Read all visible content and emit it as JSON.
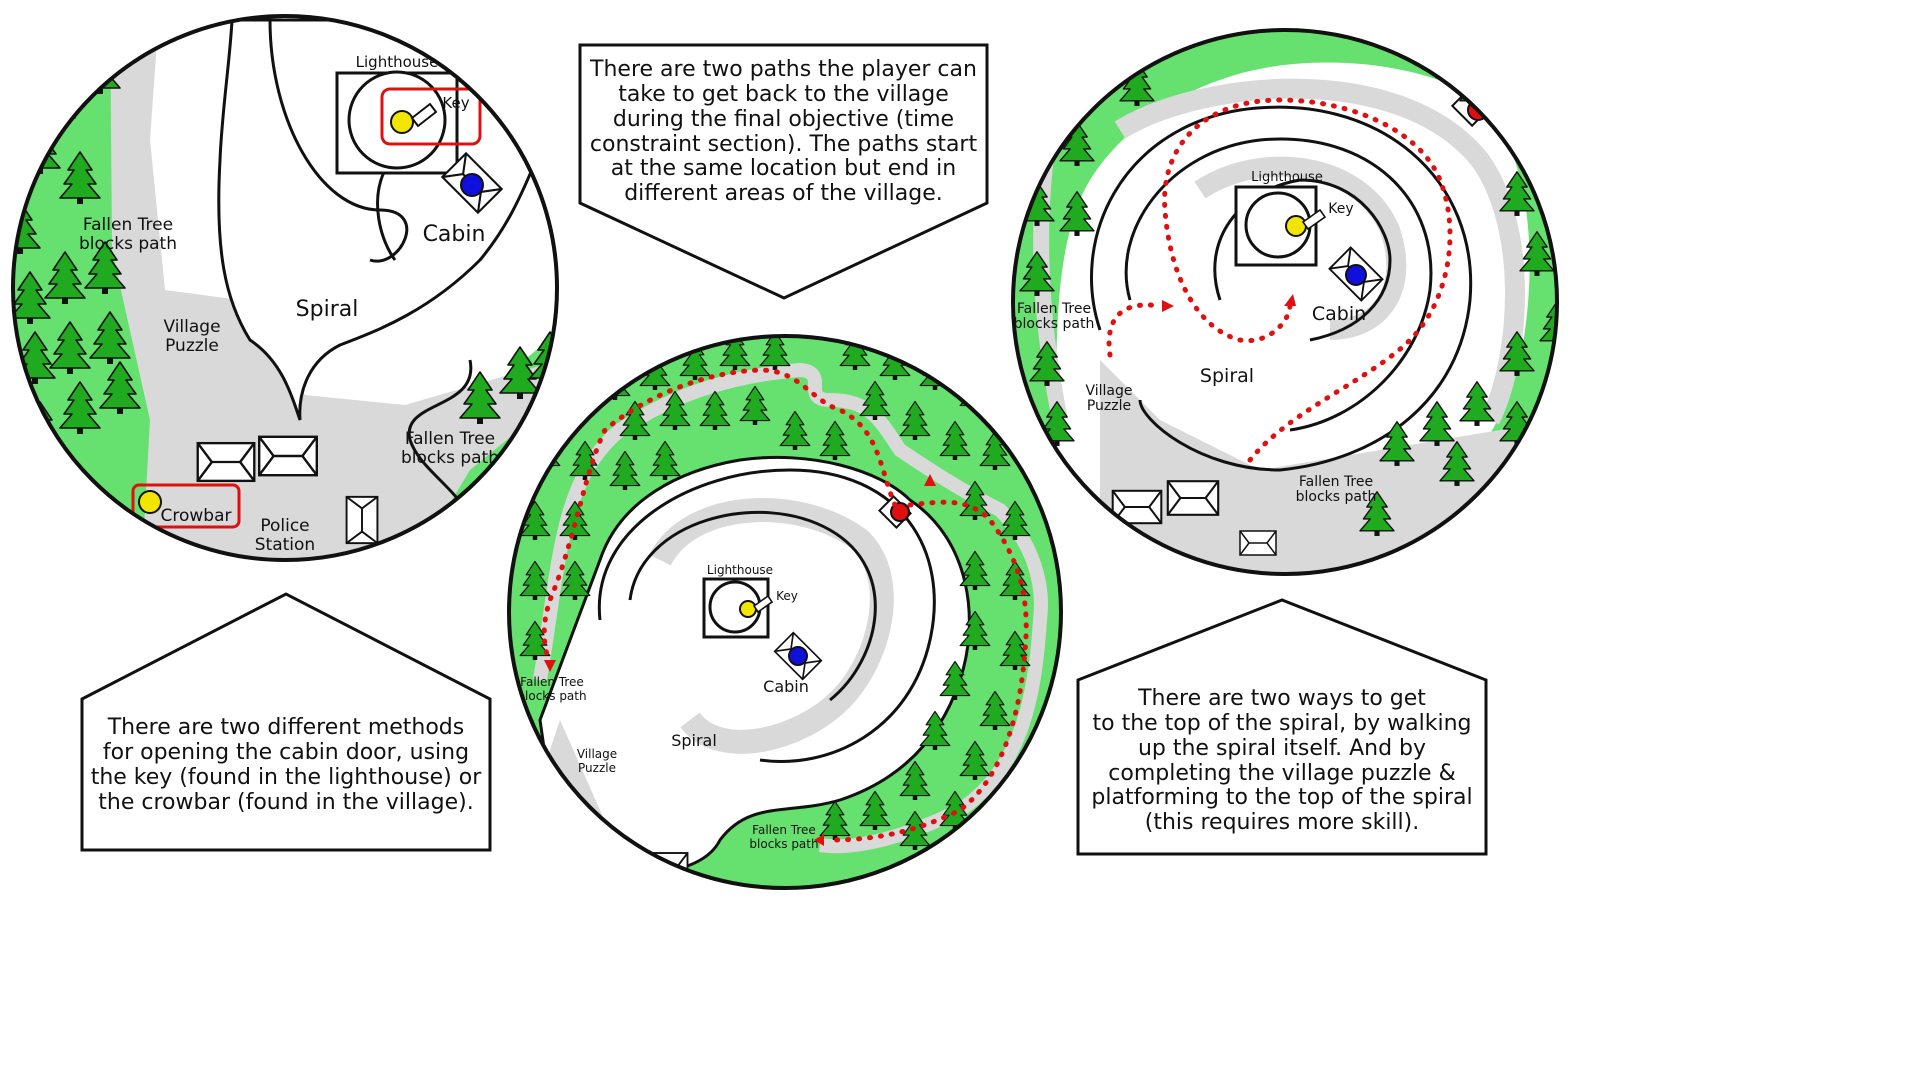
{
  "callouts": {
    "top": "There are two paths the player can\ntake to get back to the village\nduring the final objective (time\nconstraint section). The paths start\nat the same location but end in\ndifferent areas of the village.",
    "left": "There are two different methods\nfor opening the cabin door, using\nthe key (found in the lighthouse) or\nthe crowbar (found in the village).",
    "right": "There are two ways to get\nto the top of the spiral, by walking\nup the spiral itself. And by\ncompleting the village puzzle &\nplatforming to the top of the spiral\n(this requires more skill)."
  },
  "map_left": {
    "lighthouse": "Lighthouse",
    "key": "Key",
    "cabin": "Cabin",
    "spiral": "Spiral",
    "fallen_tree_1": "Fallen Tree",
    "fallen_tree_2": "blocks path",
    "village_1": "Village",
    "village_2": "Puzzle",
    "fallen_tree_b1": "Fallen Tree",
    "fallen_tree_b2": "blocks path",
    "crowbar": "Crowbar",
    "police_1": "Police",
    "police_2": "Station"
  },
  "map_center": {
    "lighthouse": "Lighthouse",
    "key": "Key",
    "cabin": "Cabin",
    "spiral": "Spiral",
    "fallen_tree_1": "Fallen Tree",
    "fallen_tree_2": "blocks path",
    "village_1": "Village",
    "village_2": "Puzzle",
    "fallen_tree_b1": "Fallen Tree",
    "fallen_tree_b2": "blocks path"
  },
  "map_right": {
    "lighthouse": "Lighthouse",
    "key": "Key",
    "cabin": "Cabin",
    "spiral": "Spiral",
    "fallen_tree_1": "Fallen Tree",
    "fallen_tree_2": "blocks path",
    "village_1": "Village",
    "village_2": "Puzzle",
    "fallen_tree_b1": "Fallen Tree",
    "fallen_tree_b2": "blocks path"
  },
  "colors": {
    "grass": "#66e06e",
    "tree": "#1faa1f",
    "path": "#d9d9d9",
    "item": "#f2e600",
    "cabin_marker": "#1010dd",
    "exit_marker": "#e01010",
    "route": "#e01010",
    "highlight": "#e01010"
  }
}
